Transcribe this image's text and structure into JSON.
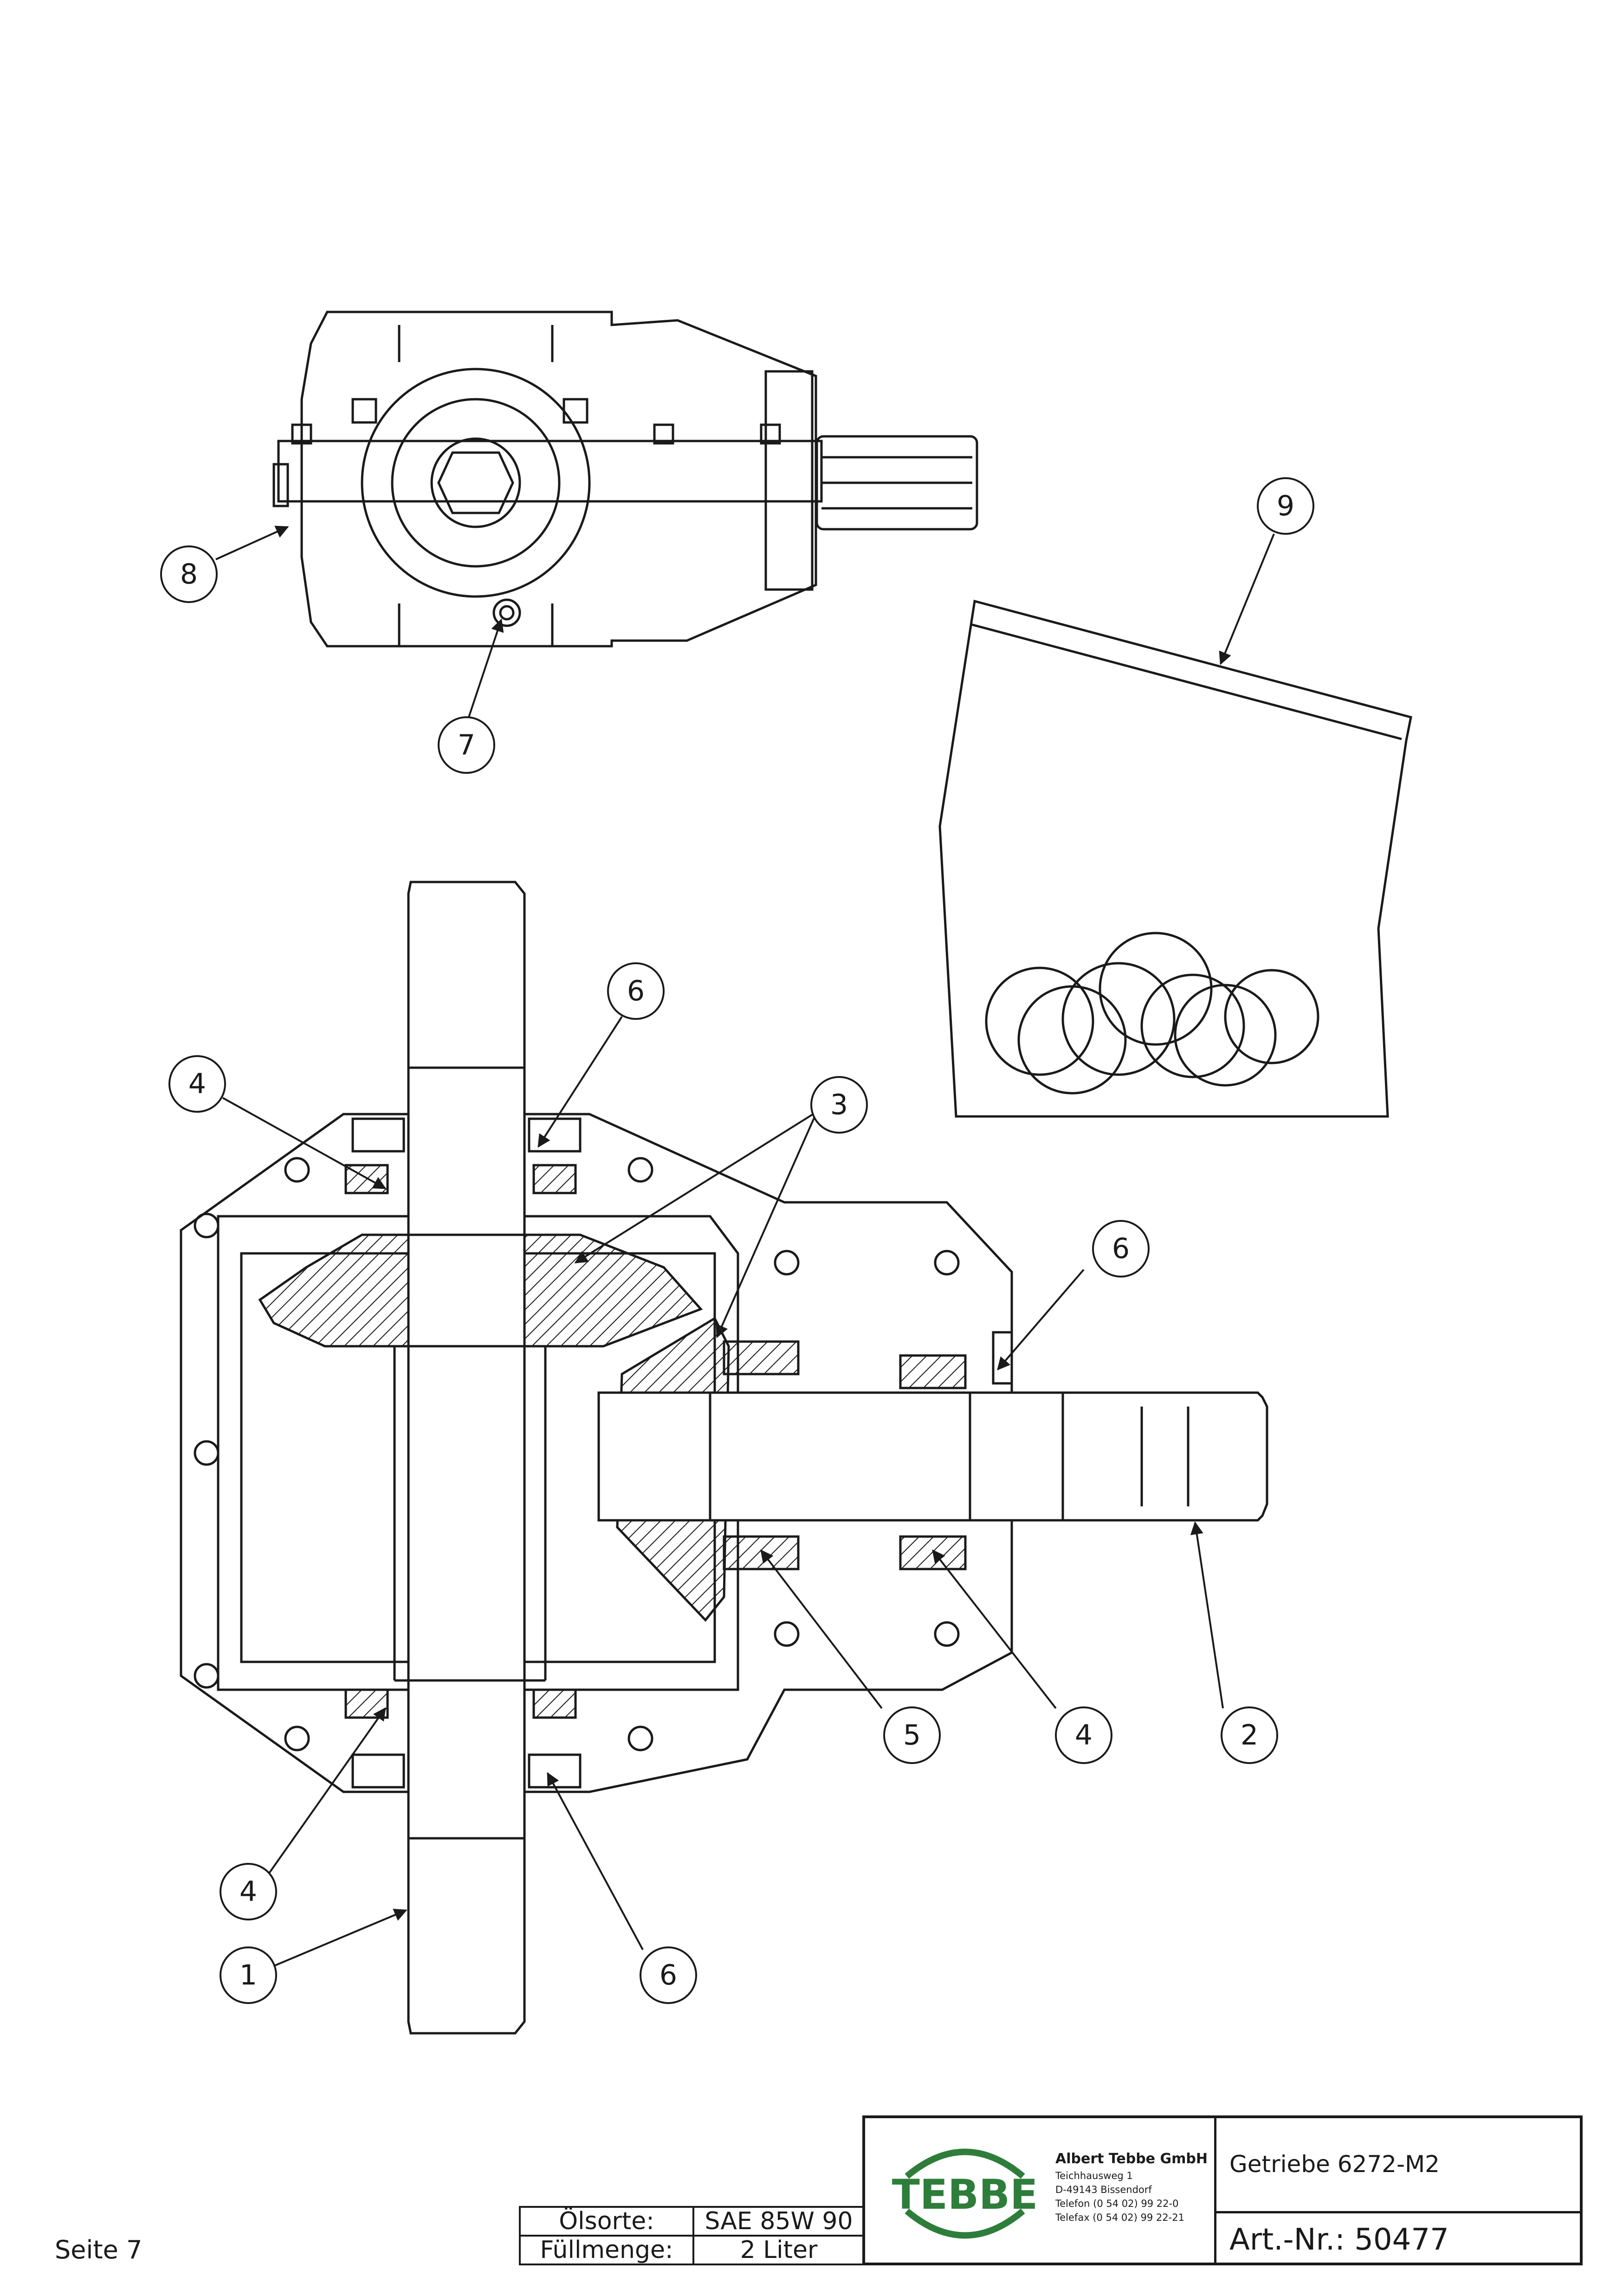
{
  "balloons": {
    "top_8": "8",
    "top_7": "7",
    "top_9": "9",
    "sec_6a": "6",
    "sec_4a": "4",
    "sec_3": "3",
    "sec_6b": "6",
    "sec_5": "5",
    "sec_4b": "4",
    "sec_2": "2",
    "sec_4c": "4",
    "sec_1": "1",
    "sec_6c": "6"
  },
  "oil": {
    "type_label": "Ölsorte:",
    "type_value": "SAE 85W 90",
    "amount_label": "Füllmenge:",
    "amount_value": "2 Liter"
  },
  "company": {
    "logo_text": "TEBBE",
    "name": "Albert Tebbe GmbH",
    "street": "Teichhausweg 1",
    "city": "D-49143 Bissendorf",
    "phone": "Telefon (0 54 02) 99 22-0",
    "fax": "Telefax (0 54 02) 99 22-21"
  },
  "title_block": {
    "title": "Getriebe 6272-M2",
    "art_nr": "Art.-Nr.: 50477"
  },
  "page": {
    "label": "Seite 7"
  },
  "colors": {
    "line": "#1a1a1a",
    "logo_green": "#2e7d3a"
  }
}
